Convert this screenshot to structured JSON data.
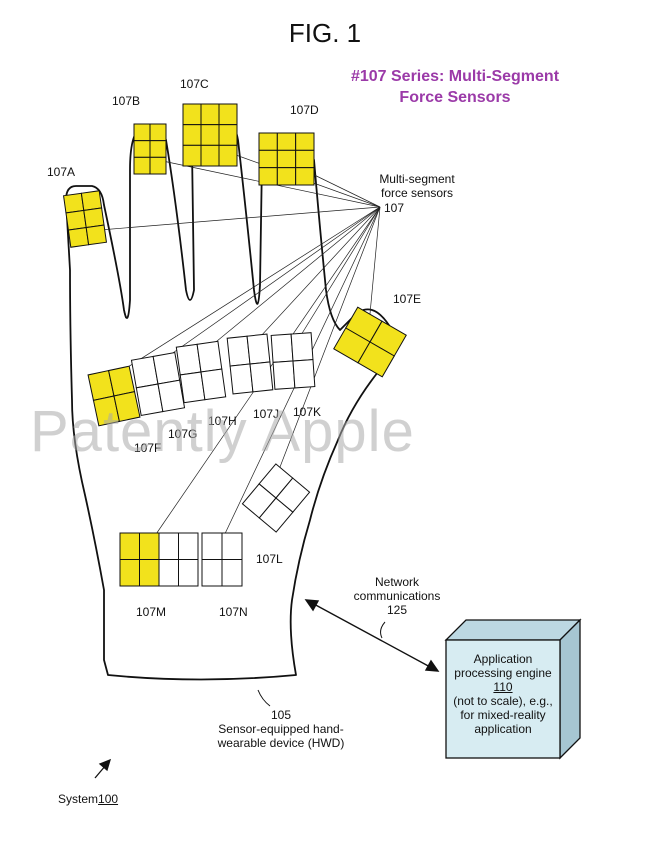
{
  "figure": {
    "title": "FIG. 1",
    "subtitle_line1": "#107 Series: Multi-Segment",
    "subtitle_line2": "Force Sensors",
    "watermark": "Patently Apple"
  },
  "sensor_callout": {
    "label_line1": "Multi-segment",
    "label_line2": "force sensors",
    "ref": "107"
  },
  "sensors": [
    {
      "label": "107A",
      "active": true
    },
    {
      "label": "107B",
      "active": true
    },
    {
      "label": "107C",
      "active": true
    },
    {
      "label": "107D",
      "active": true
    },
    {
      "label": "107E",
      "active": true
    },
    {
      "label": "107F",
      "active": true
    },
    {
      "label": "107G",
      "active": false
    },
    {
      "label": "107H",
      "active": false
    },
    {
      "label": "107J",
      "active": false
    },
    {
      "label": "107K",
      "active": false
    },
    {
      "label": "107L",
      "active": false
    },
    {
      "label": "107M",
      "active": true
    },
    {
      "label": "107N",
      "active": false
    }
  ],
  "device": {
    "ref": "105",
    "line1": "Sensor-equipped hand-",
    "line2": "wearable device (HWD)"
  },
  "network": {
    "line1": "Network",
    "line2": "communications",
    "ref": "125"
  },
  "engine": {
    "line1": "Application",
    "line2": "processing engine",
    "ref": "110",
    "line3": "(not to scale), e.g.,",
    "line4": "for mixed-reality",
    "line5": "application"
  },
  "system": {
    "label": "System",
    "ref": "100"
  },
  "colors": {
    "sensor_active": "#f2e21c",
    "engine_front": "#d7ecf2",
    "engine_top": "#bcd8e2",
    "engine_side": "#a6c6d2",
    "subtitle": "#9b3aa8",
    "outline": "#111111"
  }
}
